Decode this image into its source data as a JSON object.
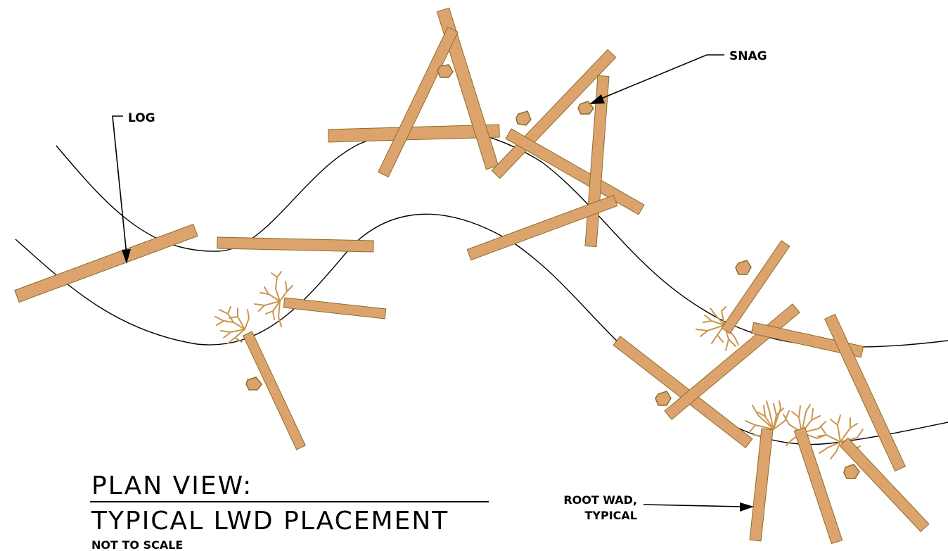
{
  "labels": {
    "log": "LOG",
    "snag": "SNAG",
    "root_wad_line1": "ROOT WAD,",
    "root_wad_line2": "TYPICAL"
  },
  "title": {
    "line1": "PLAN VIEW:",
    "line2": "TYPICAL LWD PLACEMENT",
    "scale_note": "NOT TO SCALE"
  },
  "colors": {
    "log_fill": "#dca46c",
    "log_stroke": "#8b6d2b",
    "root_color": "#c9964f",
    "line_color": "#000000",
    "background": "#ffffff"
  }
}
